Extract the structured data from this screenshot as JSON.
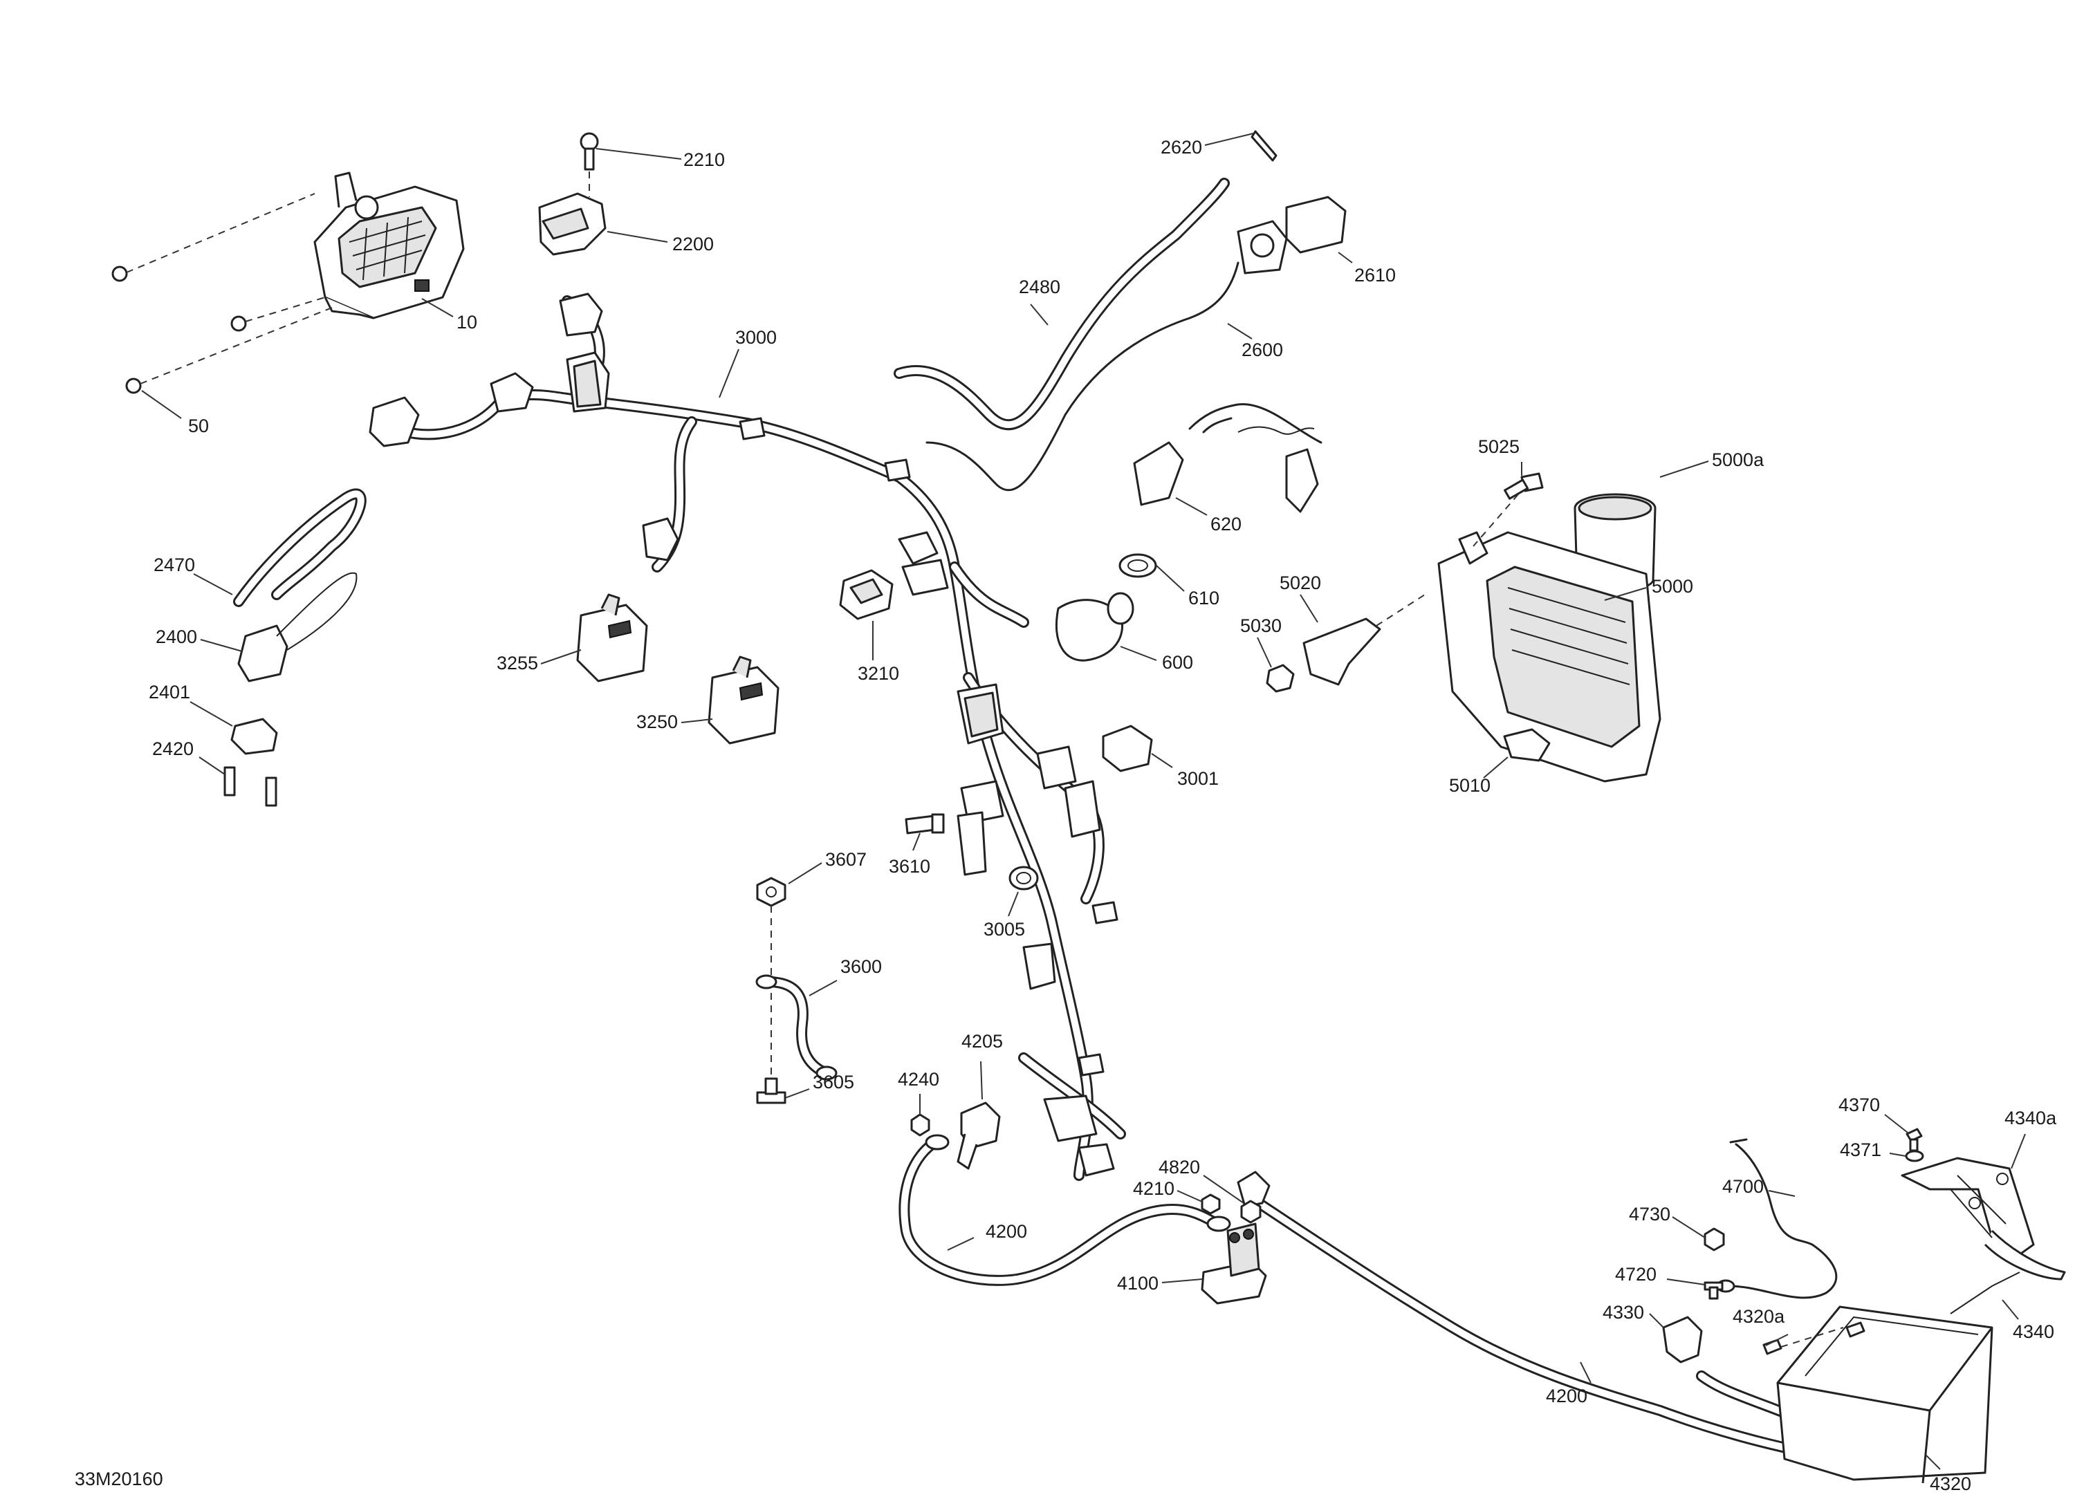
{
  "diagram": {
    "drawing_code": "33M20160",
    "callouts": [
      {
        "id": "c10",
        "text": "10"
      },
      {
        "id": "c50",
        "text": "50"
      },
      {
        "id": "c2210",
        "text": "2210"
      },
      {
        "id": "c2200",
        "text": "2200"
      },
      {
        "id": "c3000",
        "text": "3000"
      },
      {
        "id": "c2480",
        "text": "2480"
      },
      {
        "id": "c2620",
        "text": "2620"
      },
      {
        "id": "c2610",
        "text": "2610"
      },
      {
        "id": "c2600",
        "text": "2600"
      },
      {
        "id": "c620",
        "text": "620"
      },
      {
        "id": "c610",
        "text": "610"
      },
      {
        "id": "c600",
        "text": "600"
      },
      {
        "id": "c5025",
        "text": "5025"
      },
      {
        "id": "c5000a",
        "text": "5000a"
      },
      {
        "id": "c5000",
        "text": "5000"
      },
      {
        "id": "c5020",
        "text": "5020"
      },
      {
        "id": "c5030",
        "text": "5030"
      },
      {
        "id": "c5010",
        "text": "5010"
      },
      {
        "id": "c2470",
        "text": "2470"
      },
      {
        "id": "c2400",
        "text": "2400"
      },
      {
        "id": "c2401",
        "text": "2401"
      },
      {
        "id": "c2420",
        "text": "2420"
      },
      {
        "id": "c3255",
        "text": "3255"
      },
      {
        "id": "c3250",
        "text": "3250"
      },
      {
        "id": "c3210",
        "text": "3210"
      },
      {
        "id": "c3001",
        "text": "3001"
      },
      {
        "id": "c3607",
        "text": "3607"
      },
      {
        "id": "c3610",
        "text": "3610"
      },
      {
        "id": "c3005",
        "text": "3005"
      },
      {
        "id": "c3600",
        "text": "3600"
      },
      {
        "id": "c3605",
        "text": "3605"
      },
      {
        "id": "c4205",
        "text": "4205"
      },
      {
        "id": "c4240",
        "text": "4240"
      },
      {
        "id": "c4820",
        "text": "4820"
      },
      {
        "id": "c4210",
        "text": "4210"
      },
      {
        "id": "c4200a",
        "text": "4200"
      },
      {
        "id": "c4100",
        "text": "4100"
      },
      {
        "id": "c4370",
        "text": "4370"
      },
      {
        "id": "c4340a",
        "text": "4340a"
      },
      {
        "id": "c4371",
        "text": "4371"
      },
      {
        "id": "c4700",
        "text": "4700"
      },
      {
        "id": "c4730",
        "text": "4730"
      },
      {
        "id": "c4720",
        "text": "4720"
      },
      {
        "id": "c4330",
        "text": "4330"
      },
      {
        "id": "c4320a",
        "text": "4320a"
      },
      {
        "id": "c4340",
        "text": "4340"
      },
      {
        "id": "c4200b",
        "text": "4200"
      },
      {
        "id": "c4320",
        "text": "4320"
      }
    ]
  }
}
